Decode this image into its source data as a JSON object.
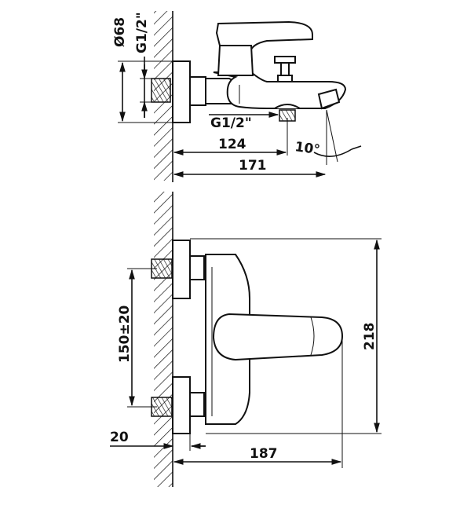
{
  "side_view": {
    "dim_diameter": "Ø68",
    "dim_inlet_thread": "G1/2\"",
    "dim_outlet_thread": "G1/2\"",
    "dim_outlet_offset": "124",
    "dim_spout_angle": "10°",
    "dim_overall_depth": "171"
  },
  "front_view": {
    "dim_inlet_spacing": "150±20",
    "dim_height": "218",
    "dim_wall_offset": "20",
    "dim_overall_length": "187"
  }
}
